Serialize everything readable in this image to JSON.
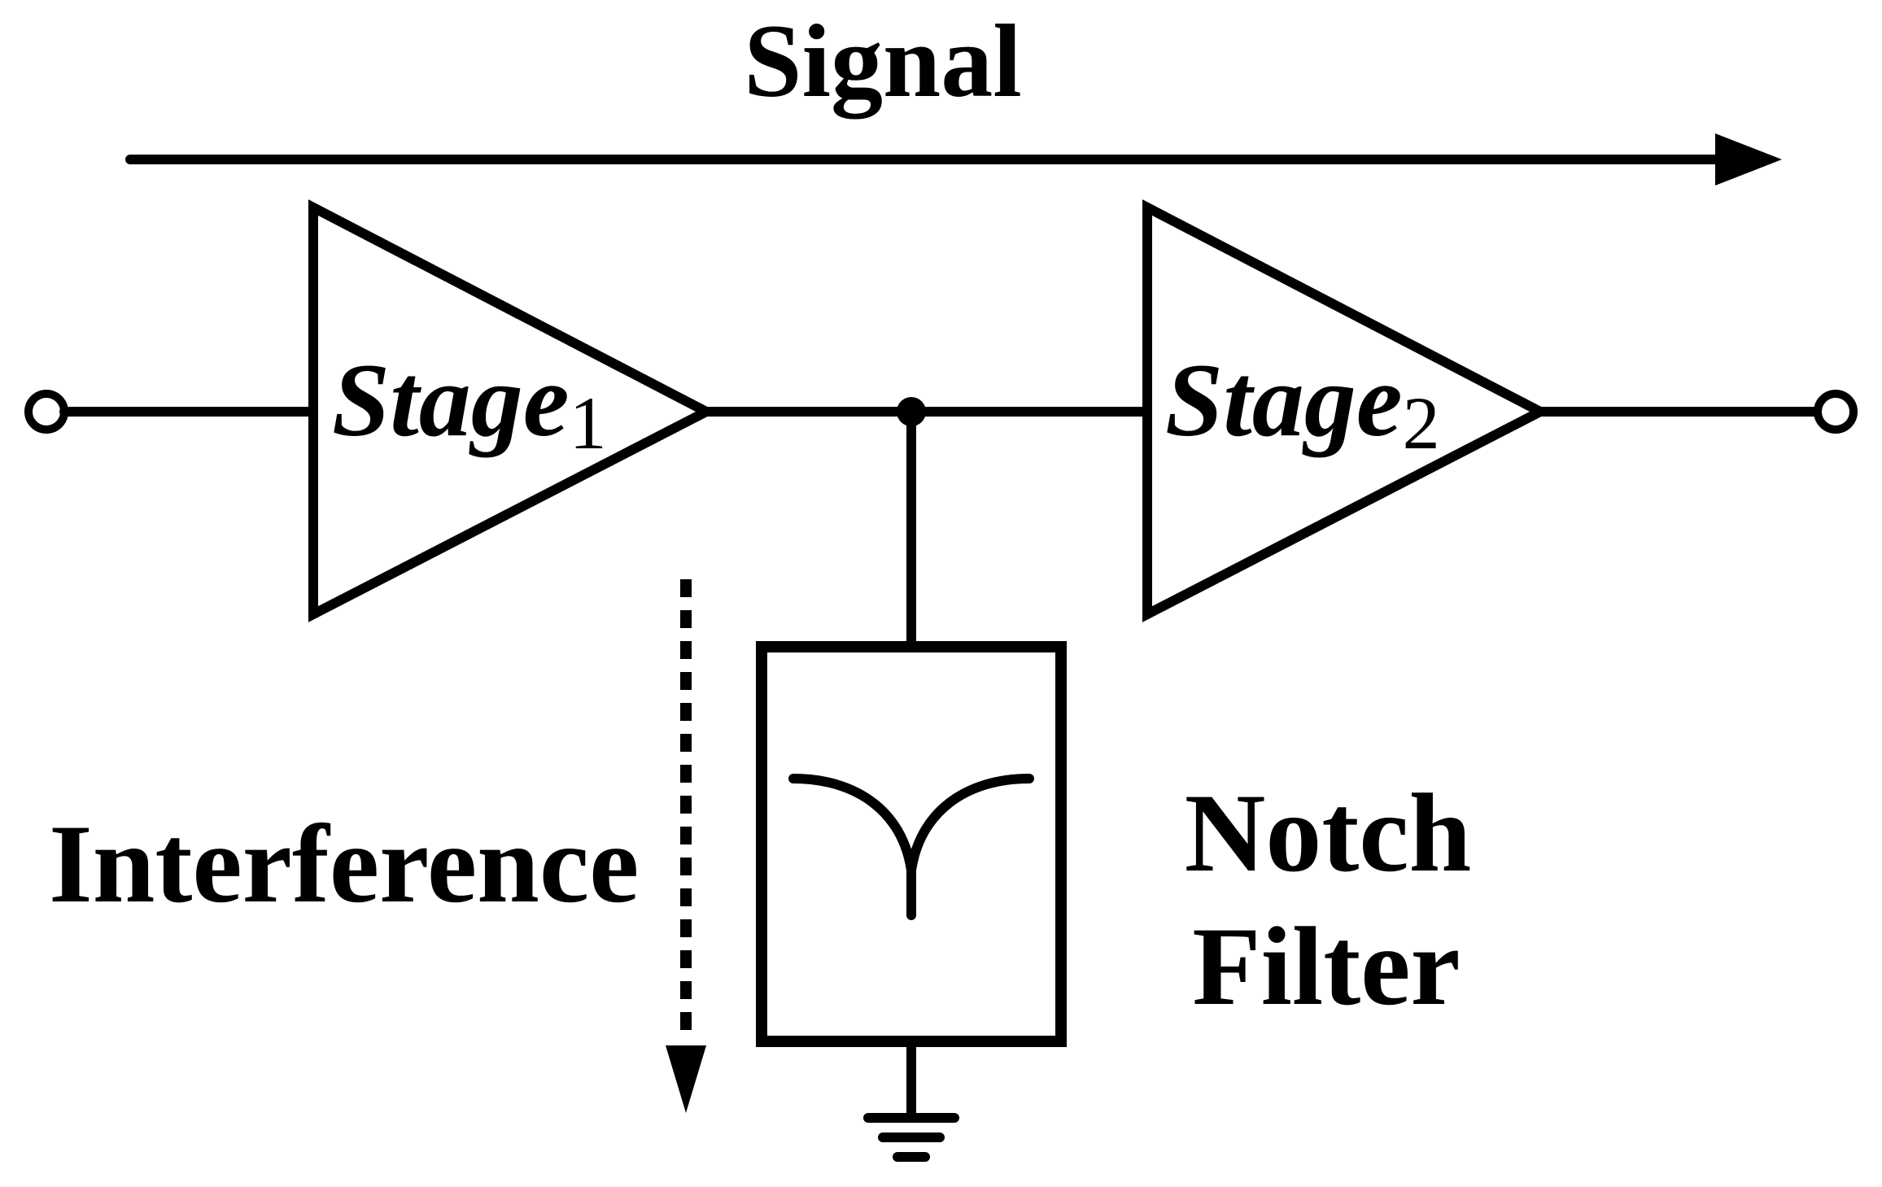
{
  "signal_label": "Signal",
  "stage1": {
    "name": "Stage",
    "subscript": "1"
  },
  "stage2": {
    "name": "Stage",
    "subscript": "2"
  },
  "interference_label": "Interference",
  "notch_filter_label": {
    "line1": "Notch",
    "line2": "Filter"
  },
  "colors": {
    "stroke": "#000000",
    "background": "#ffffff"
  }
}
